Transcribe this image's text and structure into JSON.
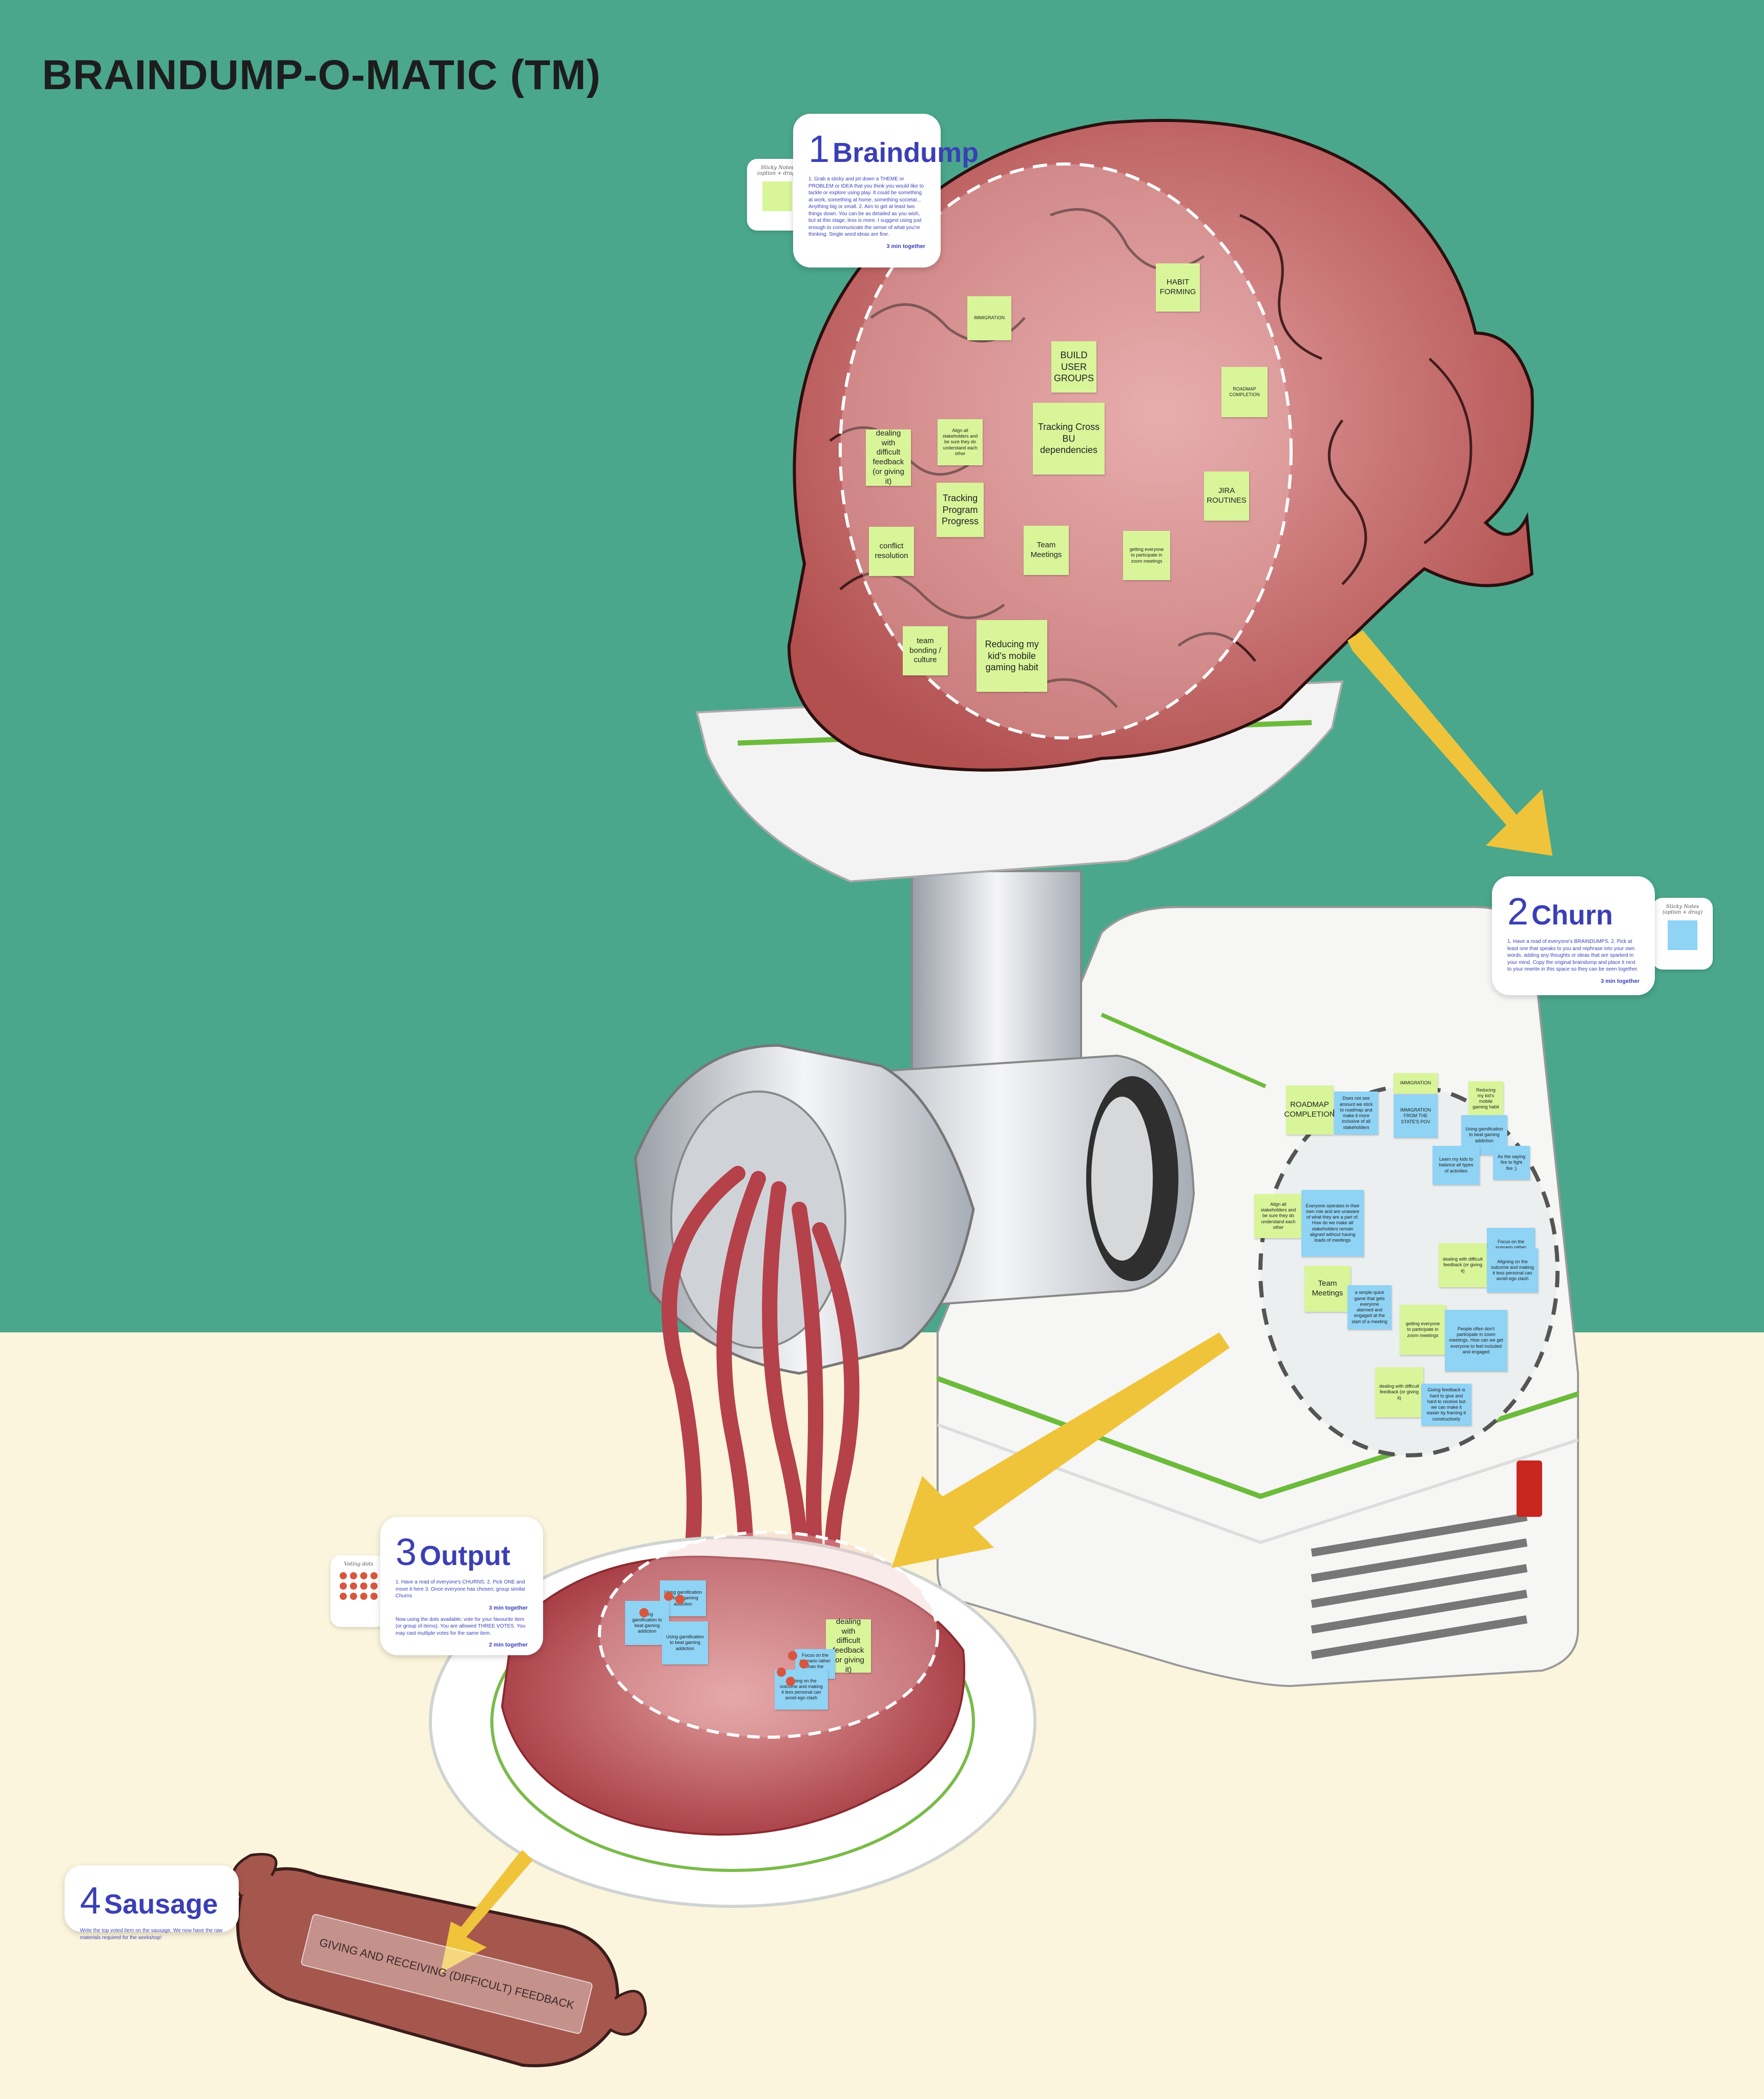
{
  "title": "BRAINDUMP-O-MATIC (TM)",
  "colors": {
    "teal": "#4aa78c",
    "cream": "#fbf5dd",
    "accent": "#3b3fb6",
    "sticky_yellow": "#d9f59a",
    "sticky_blue": "#8fd3f5",
    "dot": "#d9563e",
    "arrow": "#f0c43a"
  },
  "steps": {
    "braindump": {
      "num": "1",
      "title": "Braindump",
      "text": "1. Grab a sticky and jot down a THEME or PROBLEM or IDEA that you think you would like to tackle or explore using play. It could be something at work, something at home, something societal... Anything big or small. 2. Aim to get at least two things down. You can be as detailed as you wish, but at this stage, less is more. I suggest using just enough to communicate the sense of what you're thinking. Single word ideas are fine.",
      "time": "3 min together"
    },
    "churn": {
      "num": "2",
      "title": "Churn",
      "text": "1. Have a read of everyone's BRAINDUMPS. 2. Pick at least one that speaks to you and rephrase into your own words, adding any thoughts or ideas that are sparked in your mind. Copy the original braindump and place it next to your rewrite in this space so they can be seen together.",
      "time": "3 min together"
    },
    "output": {
      "num": "3",
      "title": "Output",
      "text": "1. Have a read of everyone's CHURNS. 2. Pick ONE and move it here 3. Once everyone has chosen; group similar Churns",
      "time": "3 min together",
      "text2": "Now using the dots available; vote for your favourite item (or group of items). You are allowed THREE VOTES. You may cast multiple votes for the same item.",
      "time2": "2 min together"
    },
    "sausage": {
      "num": "4",
      "title": "Sausage",
      "text": "Write the top voted item on the sausage. We now have the raw materials required for the workshop!"
    }
  },
  "palettes": {
    "sticky1": "Sticky Notes (option + drag)",
    "sticky2": "Sticky Notes (option + drag)",
    "dots": "Voting dots"
  },
  "brain_notes": [
    {
      "t": "IMMIGRATION"
    },
    {
      "t": "HABIT FORMING"
    },
    {
      "t": "BUILD USER GROUPS"
    },
    {
      "t": "ROADMAP COMPLETION"
    },
    {
      "t": "Align all stakeholders and be sure they do understand each other"
    },
    {
      "t": "Tracking Cross BU dependencies"
    },
    {
      "t": "dealing with difficult feedback (or giving it)"
    },
    {
      "t": "JIRA ROUTINES"
    },
    {
      "t": "Tracking Program Progress"
    },
    {
      "t": "conflict resolution"
    },
    {
      "t": "Team Meetings"
    },
    {
      "t": "getting everyone to participate in zoom meetings"
    },
    {
      "t": "team bonding / culture"
    },
    {
      "t": "Reducing my kid's mobile gaming habit"
    }
  ],
  "churn_notes": [
    {
      "t": "ROADMAP COMPLETION"
    },
    {
      "t": "Does not see amount we stick to roadmap and make it more inclusive of all stakeholders"
    },
    {
      "t": "IMMIGRATION"
    },
    {
      "t": "IMMIGRATION FROM THE STATE'S POV"
    },
    {
      "t": "Reducing my kid's mobile gaming habit"
    },
    {
      "t": "Using gamification to beat gaming addiction"
    },
    {
      "t": "Learn my kids to balance all types of activities"
    },
    {
      "t": "As the saying fire to fight fire ;)"
    },
    {
      "t": "Align all stakeholders and be sure they do understand each other"
    },
    {
      "t": "Everyone operates in their own role and are unaware of what they are a part of. How do we make all stakeholders remain aligned without having loads of meetings"
    },
    {
      "t": "Focus on the scenario rather than the person"
    },
    {
      "t": "dealing with difficult feedback (or giving it)"
    },
    {
      "t": "Aligning on the outcome and making it less personal can avoid ego clash"
    },
    {
      "t": "Team Meetings"
    },
    {
      "t": "a simple quick game that gets everyone alarmed and engaged at the start of a meeting"
    },
    {
      "t": "getting everyone to participate in zoom meetings"
    },
    {
      "t": "People often don't participate in zoom meetings. How can we get everyone to feel included and engaged"
    },
    {
      "t": "dealing with difficult feedback (or giving it)"
    },
    {
      "t": "Giving feedback is hard to give and hard to receive but we can make it easier by framing it constructively"
    }
  ],
  "output_notes": [
    {
      "t": "Using gamification to beat gaming addiction"
    },
    {
      "t": "Using gamification to beat gaming addiction"
    },
    {
      "t": "Using gamification to beat gaming addiction"
    },
    {
      "t": "dealing with difficult feedback (or giving it)"
    },
    {
      "t": "Focus on the scenario rather than the person"
    },
    {
      "t": "Aligning on the outcome and making it less personal can avoid ego clash"
    }
  ],
  "sausage_text": "GIVING AND RECEIVING (DIFFICULT) FEEDBACK"
}
